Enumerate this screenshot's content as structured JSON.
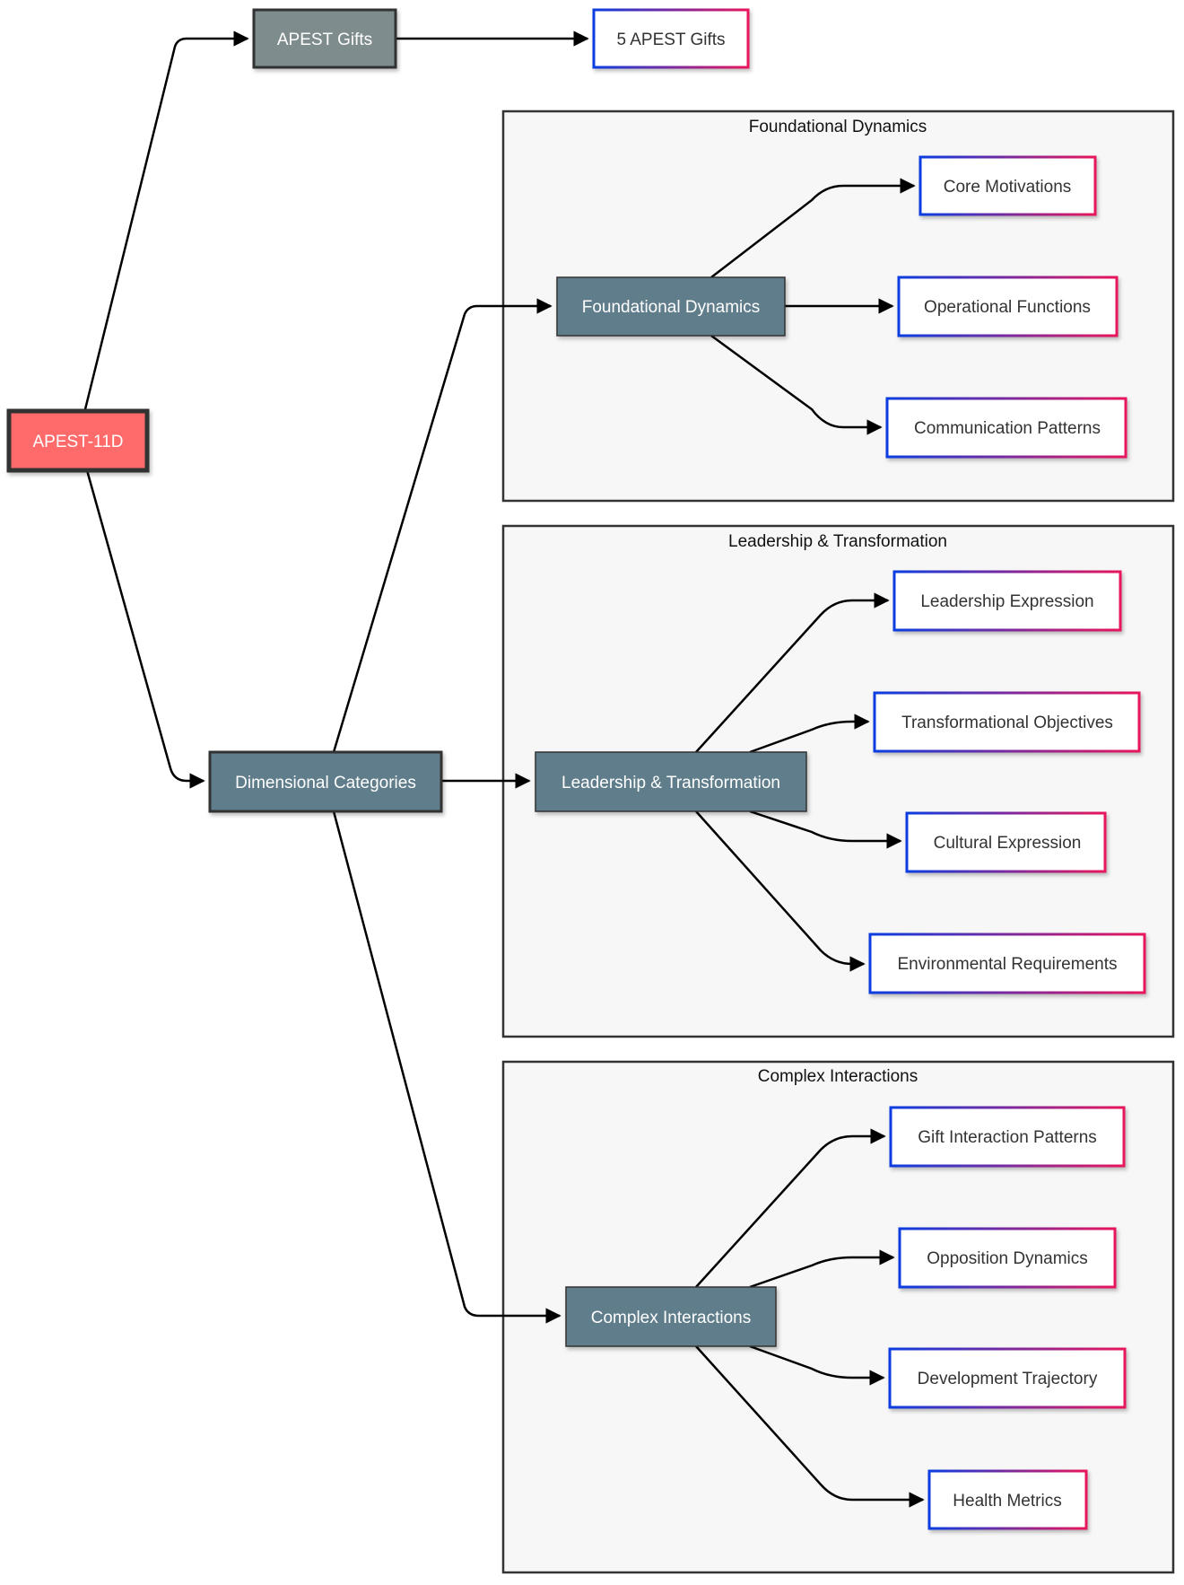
{
  "colors": {
    "root_fill": "#ff6b6b",
    "gifts_fill": "#7f8c8d",
    "category_fill": "#607d8b",
    "node_border_dark": "#333333",
    "leaf_fill": "#ffffff",
    "leaf_gradient_start": "#0b3de0",
    "leaf_gradient_end": "#e8175d",
    "group_fill": "#f7f7f7",
    "group_border": "#333333",
    "edge": "#000000"
  },
  "nodes": {
    "root": "APEST-11D",
    "gifts": "APEST Gifts",
    "gifts_leaf": "5 APEST Gifts",
    "dimensional": "Dimensional Categories"
  },
  "groups": [
    {
      "title": "Foundational Dynamics",
      "hub": "Foundational Dynamics",
      "leaves": [
        "Core Motivations",
        "Operational Functions",
        "Communication Patterns"
      ]
    },
    {
      "title": "Leadership & Transformation",
      "hub": "Leadership & Transformation",
      "leaves": [
        "Leadership Expression",
        "Transformational Objectives",
        "Cultural Expression",
        "Environmental Requirements"
      ]
    },
    {
      "title": "Complex Interactions",
      "hub": "Complex Interactions",
      "leaves": [
        "Gift Interaction Patterns",
        "Opposition Dynamics",
        "Development Trajectory",
        "Health Metrics"
      ]
    }
  ]
}
